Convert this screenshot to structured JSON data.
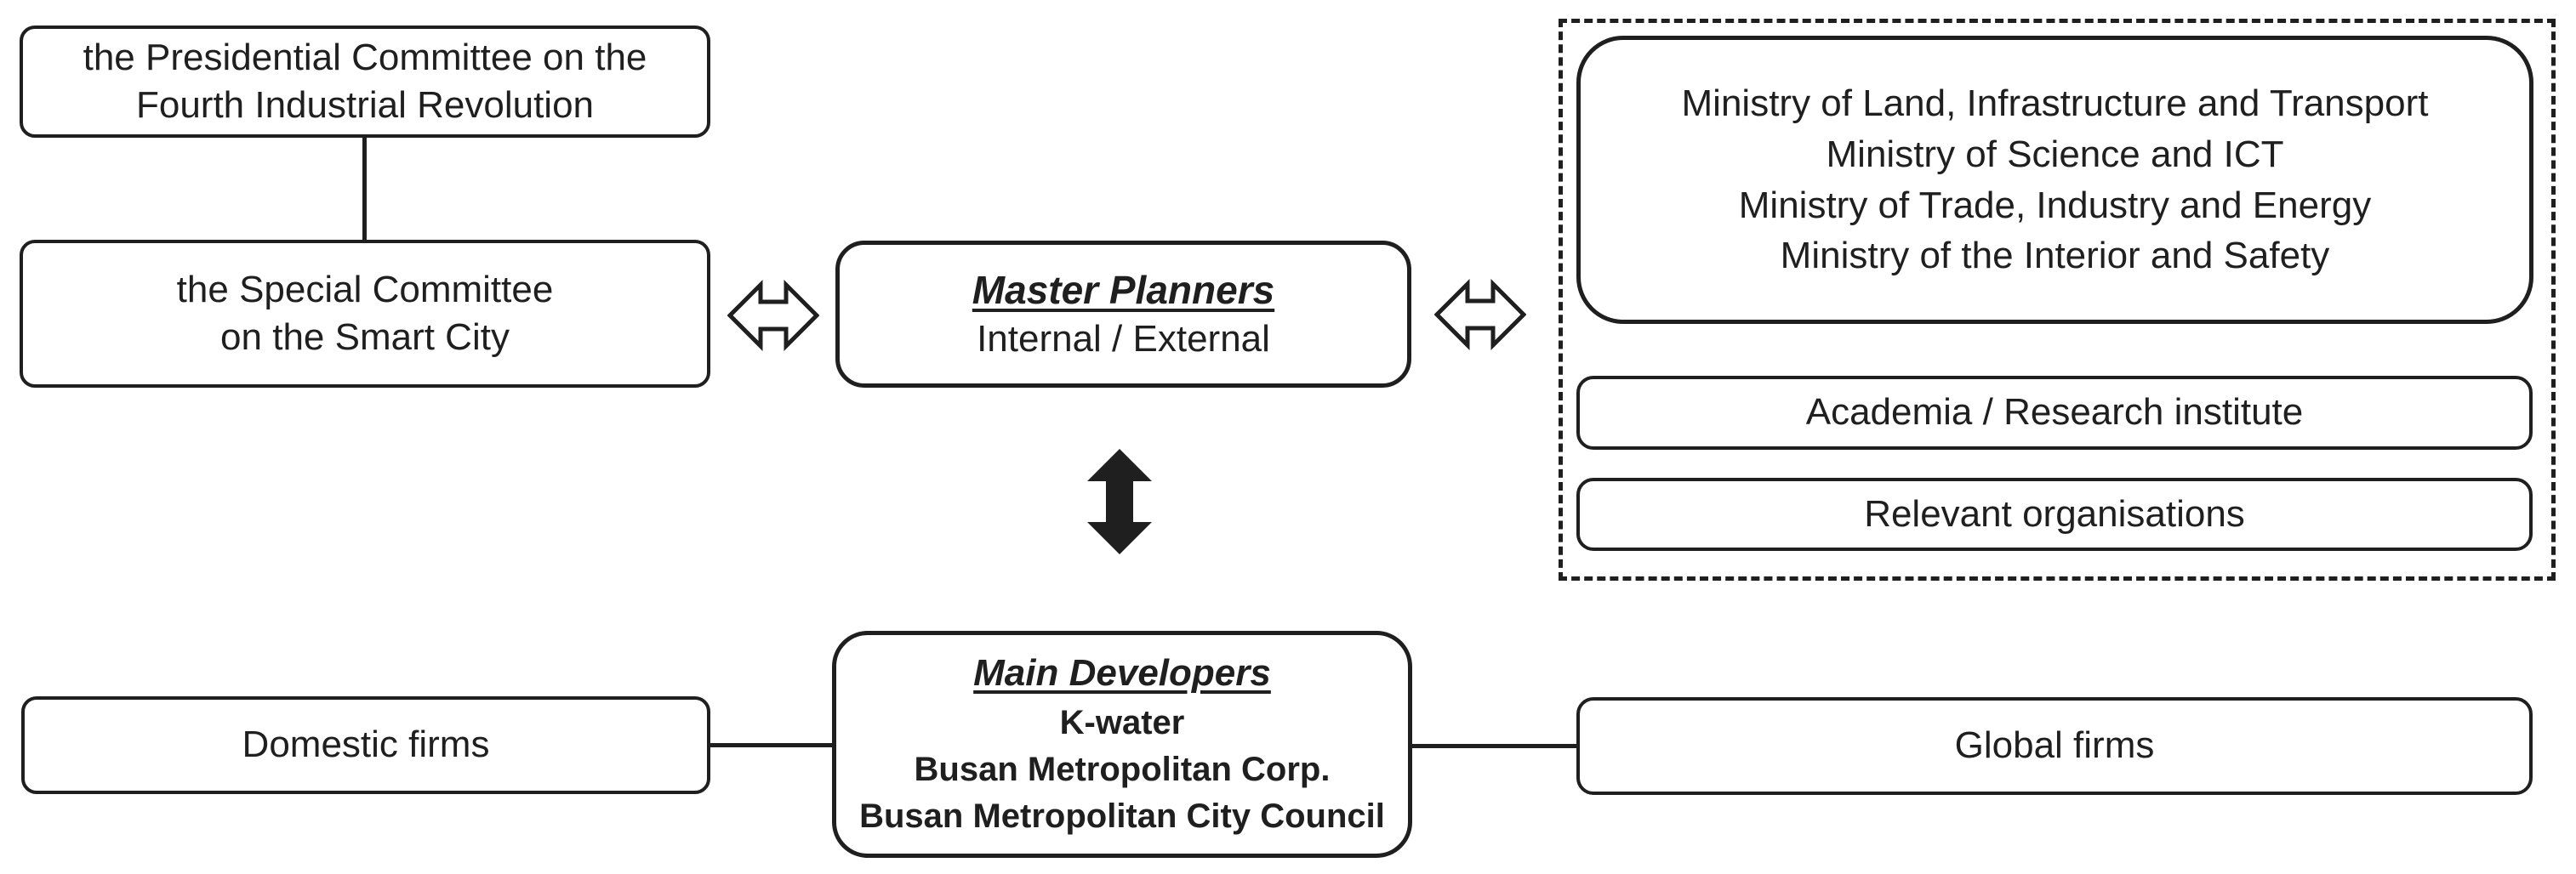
{
  "colors": {
    "ink": "#1f1f1f",
    "paper": "#ffffff"
  },
  "boxes": {
    "presidential": {
      "line1": "the Presidential Committee on the",
      "line2": "Fourth Industrial Revolution"
    },
    "special": {
      "line1": "the Special Committee",
      "line2": "on the Smart City"
    },
    "master_planners": {
      "title": "Master Planners",
      "subtitle": "Internal / External"
    },
    "ministries": {
      "line1": "Ministry of Land, Infrastructure and Transport",
      "line2": "Ministry of Science and ICT",
      "line3": "Ministry of Trade, Industry and Energy",
      "line4": "Ministry of the Interior and Safety"
    },
    "academia": {
      "label": "Academia / Research institute"
    },
    "relevant": {
      "label": "Relevant organisations"
    },
    "main_developers": {
      "title": "Main Developers",
      "line1": "K-water",
      "line2": "Busan Metropolitan Corp.",
      "line3": "Busan Metropolitan City Council"
    },
    "domestic": {
      "label": "Domestic firms"
    },
    "global": {
      "label": "Global firms"
    }
  }
}
